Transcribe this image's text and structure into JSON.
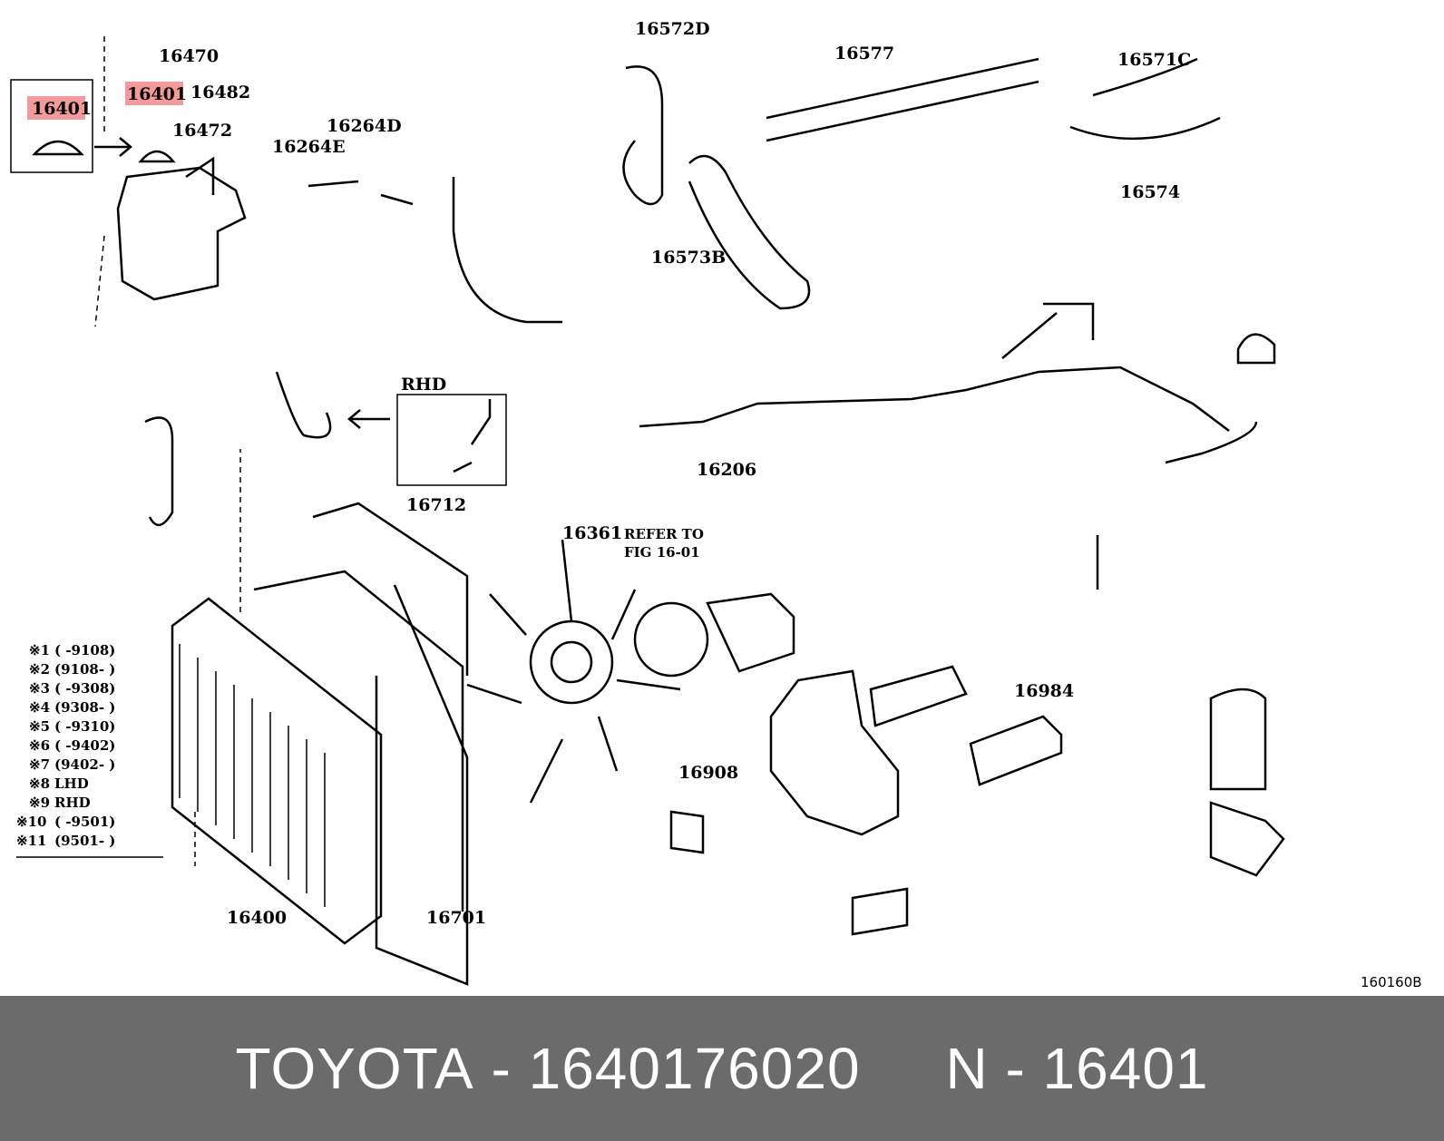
{
  "diagram": {
    "ref_code": "160160B",
    "rhd_label": "RHD",
    "refer_text": [
      "REFER TO",
      "FIG 16-01"
    ],
    "highlight_part": "16401",
    "callouts": [
      "16401",
      "16401",
      "16470",
      "16482",
      "16472",
      "16264D",
      "16264E",
      "16577",
      "16572D",
      "16571C",
      "16574",
      "16573B",
      "16206",
      "16400",
      "16701",
      "16712",
      "16361",
      "16908",
      "16984"
    ],
    "legend": [
      {
        "mark": "※1",
        "range": "(      -9108)"
      },
      {
        "mark": "※2",
        "range": "(9108-      )"
      },
      {
        "mark": "※3",
        "range": "(      -9308)"
      },
      {
        "mark": "※4",
        "range": "(9308-      )"
      },
      {
        "mark": "※5",
        "range": "(      -9310)"
      },
      {
        "mark": "※6",
        "range": "(      -9402)"
      },
      {
        "mark": "※7",
        "range": "(9402-      )"
      },
      {
        "mark": "※8",
        "range": "LHD"
      },
      {
        "mark": "※9",
        "range": "RHD"
      },
      {
        "mark": "※10",
        "range": "(      -9501)"
      },
      {
        "mark": "※11",
        "range": "(9501-      )"
      }
    ]
  },
  "footer": {
    "brand": "TOYOTA",
    "part_number": "1640176020",
    "name_code": "N - 16401"
  }
}
